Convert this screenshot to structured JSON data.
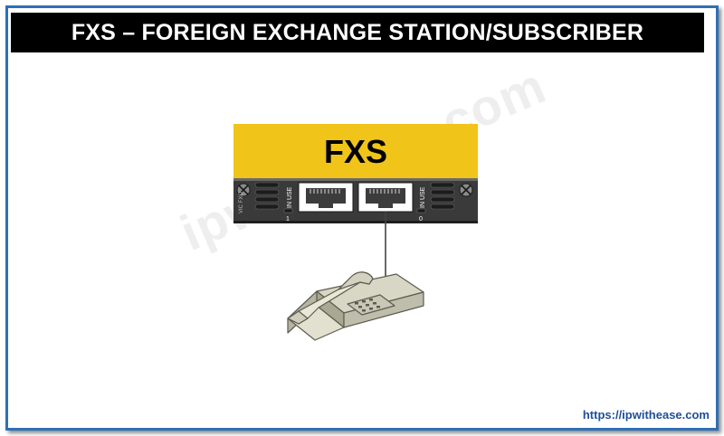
{
  "header": {
    "title": "FXS – FOREIGN EXCHANGE STATION/SUBSCRIBER"
  },
  "diagram": {
    "module_label": "FXS",
    "port_status_label": "IN USE",
    "port_numbers": [
      "1",
      "0"
    ],
    "card_marking": "VIC FXO",
    "module_color": "#f0c419",
    "panel_color": "#3a3a3a"
  },
  "watermark": {
    "text": "ipwithease.com"
  },
  "footer": {
    "url": "https://ipwithease.com"
  }
}
